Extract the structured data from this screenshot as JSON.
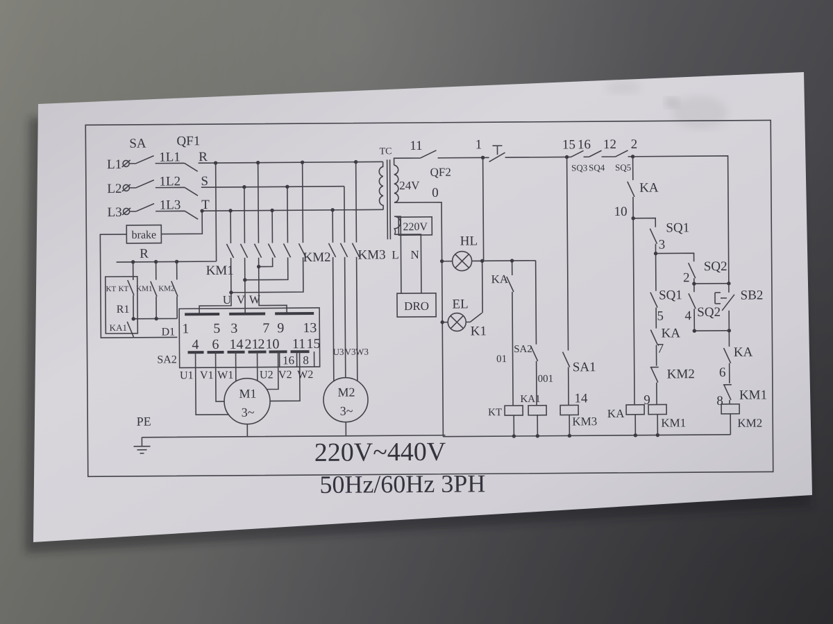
{
  "colors": {
    "ink": "#43424a",
    "paper": "#d7d5da",
    "background": "#57575a"
  },
  "ratings": {
    "voltage": "220V~440V",
    "frequency": "50Hz/60Hz  3PH"
  },
  "labels": {
    "sa": "SA",
    "qf1": "QF1",
    "l1": "L1",
    "l2": "L2",
    "l3": "L3",
    "l1p": "1L1",
    "l2p": "1L2",
    "l3p": "1L3",
    "r": "R",
    "s": "S",
    "t": "T",
    "brake": "brake",
    "kt": "KT",
    "km1": "KM1",
    "km2": "KM2",
    "km3": "KM3",
    "r1": "R1",
    "ka1": "KA1",
    "d1": "D1",
    "tc": "TC",
    "n11": "11",
    "n1": "1",
    "qf2": "QF2",
    "v24": "24V",
    "n0": "0",
    "v220": "220V",
    "l": "L",
    "n": "N",
    "dro": "DRO",
    "hl": "HL",
    "el": "EL",
    "k1": "K1",
    "ka": "KA",
    "n01": "01",
    "sa2": "SA2",
    "n001": "001",
    "sa1": "SA1",
    "n14": "14",
    "n15": "15",
    "n16": "16",
    "n12": "12",
    "n2": "2",
    "sq3": "SQ3",
    "sq4": "SQ4",
    "sq5": "SQ5",
    "n10": "10",
    "sq1": "SQ1",
    "n3": "3",
    "sq2": "SQ2",
    "n5": "5",
    "n4": "4",
    "sb2": "SB2",
    "n7": "7",
    "n9": "9",
    "n6": "6",
    "n8": "8",
    "m1": "M1",
    "m2": "M2",
    "ph3": "3~",
    "pe": "PE"
  },
  "terminals": {
    "row1": [
      "1",
      "5",
      "3",
      "7",
      "9",
      "13"
    ],
    "row2": [
      "4",
      "6",
      "14",
      "21",
      "2",
      "10",
      "11",
      "15"
    ],
    "sub": [
      "16",
      "8"
    ],
    "m1_upper": [
      "U",
      "V",
      "W"
    ],
    "m1_lower": [
      "U1",
      "V1",
      "W1",
      "U2",
      "V2",
      "W2"
    ],
    "m2": [
      "U3",
      "V3",
      "W3"
    ]
  }
}
